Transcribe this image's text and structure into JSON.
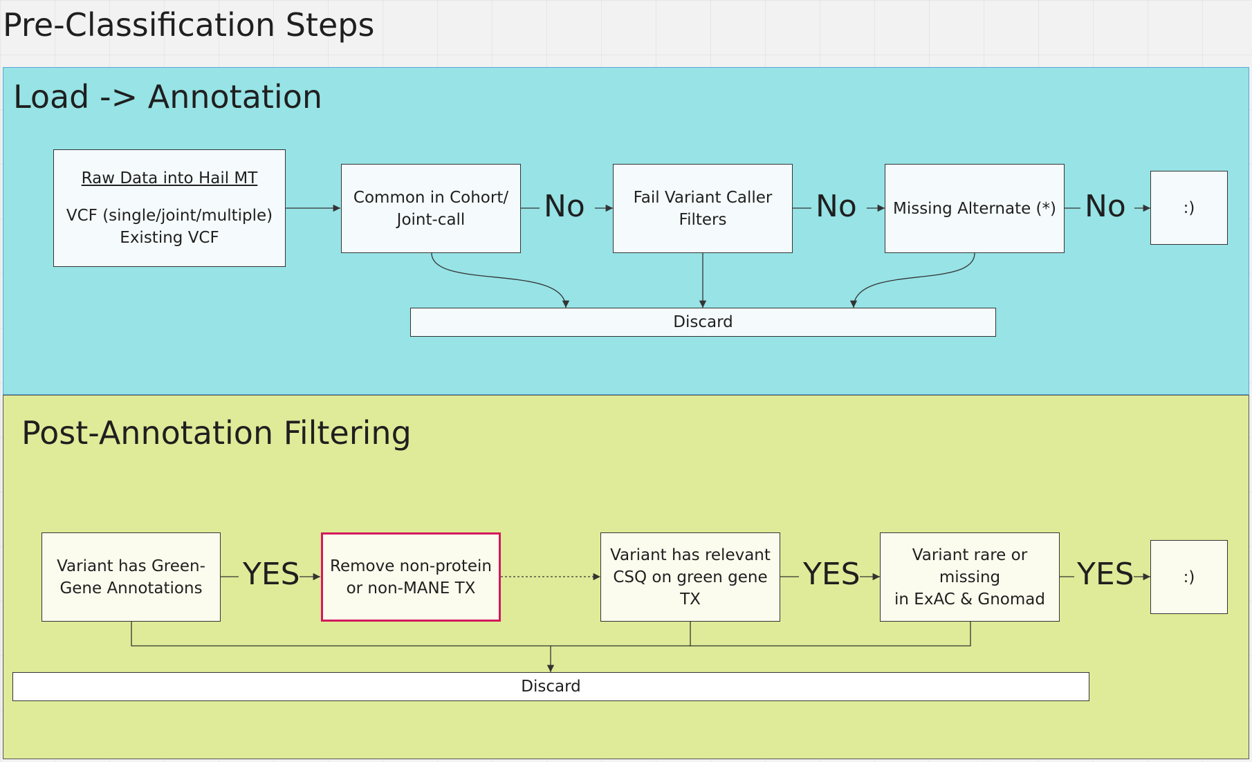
{
  "page": {
    "title": "Pre-Classification Steps"
  },
  "section_load": {
    "title": "Load -> Annotation",
    "raw_data": {
      "heading": "Raw Data into Hail MT",
      "line1": "VCF (single/joint/multiple)",
      "line2": "Existing VCF"
    },
    "common": {
      "line1": "Common in Cohort/",
      "line2": "Joint-call"
    },
    "fail_filters": {
      "line1": "Fail Variant Caller",
      "line2": "Filters"
    },
    "missing_alt": {
      "line1": "Missing Alternate (*)"
    },
    "ok": {
      "label": ":)"
    },
    "discard": {
      "label": "Discard"
    },
    "edge_labels": [
      "No",
      "No",
      "No"
    ]
  },
  "section_post": {
    "title": "Post-Annotation Filtering",
    "green_gene": {
      "line1": "Variant has Green-",
      "line2": "Gene Annotations"
    },
    "remove_tx": {
      "line1": "Remove non-protein",
      "line2": "or non-MANE TX"
    },
    "relevant_csq": {
      "line1": "Variant has relevant",
      "line2": "CSQ on green gene TX"
    },
    "rare": {
      "line1": "Variant rare or missing",
      "line2": "in ExAC & Gnomad"
    },
    "ok": {
      "label": ":)"
    },
    "discard": {
      "label": "Discard"
    },
    "edge_labels": [
      "YES",
      "YES",
      "YES"
    ]
  },
  "colors": {
    "section_load_bg": "#97e3e6",
    "section_post_bg": "#dfeb98",
    "highlight_border": "#d3185d",
    "line": "#333333"
  }
}
